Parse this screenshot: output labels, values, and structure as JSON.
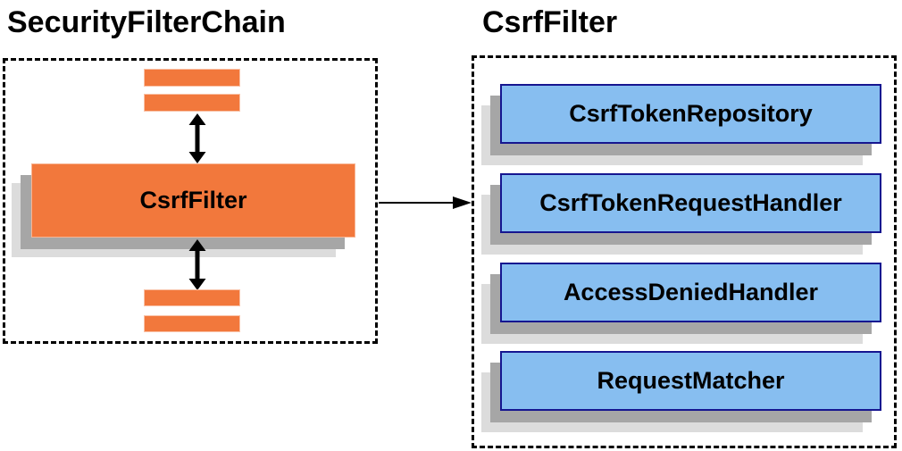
{
  "left_panel": {
    "title": "SecurityFilterChain",
    "csrf_filter_label": "CsrfFilter"
  },
  "right_panel": {
    "title": "CsrfFilter",
    "components": [
      {
        "label": "CsrfTokenRepository"
      },
      {
        "label": "CsrfTokenRequestHandler"
      },
      {
        "label": "AccessDeniedHandler"
      },
      {
        "label": "RequestMatcher"
      }
    ]
  },
  "icons": {
    "vertical_double_arrow": "↕",
    "flow_arrow": "→"
  },
  "colors": {
    "node_orange": "#F2783C",
    "component_blue_fill": "#87BEF0",
    "component_blue_border": "#161690",
    "shadow_dark": "#A6A6A6",
    "shadow_light": "#DCDCDC",
    "dashed_border": "#000000",
    "text": "#000000"
  }
}
